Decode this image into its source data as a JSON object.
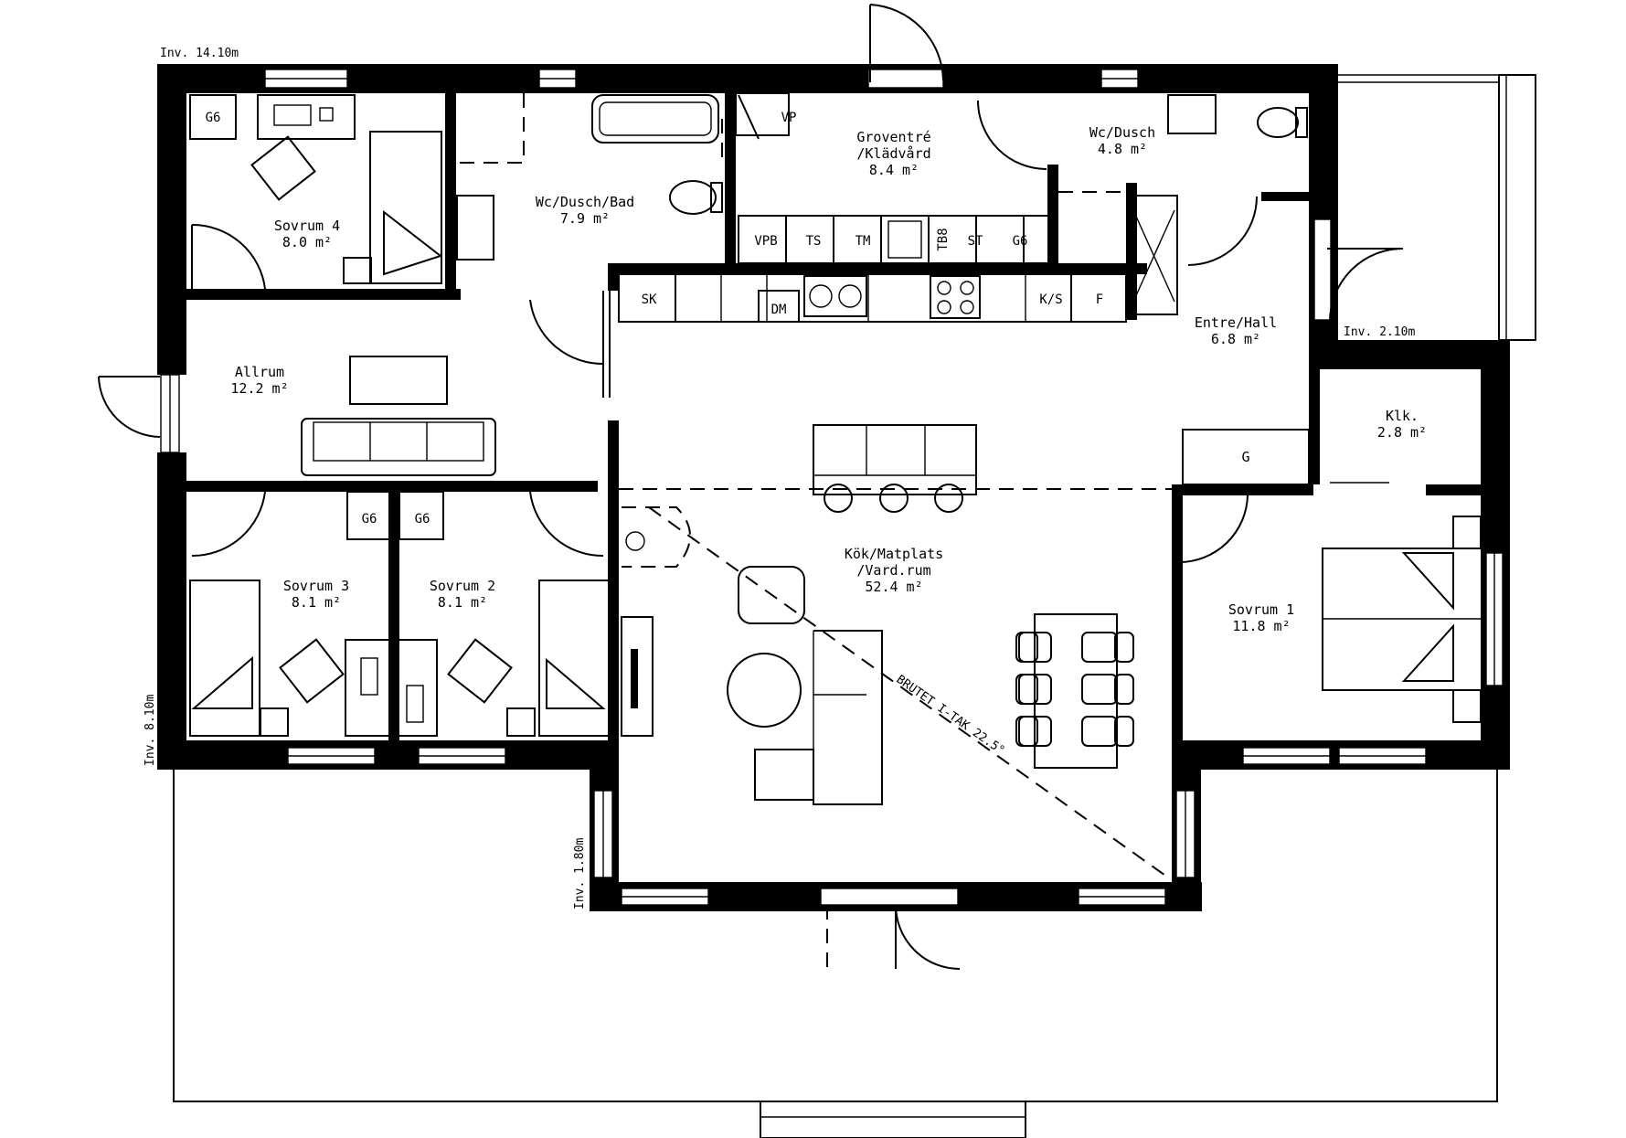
{
  "rooms": [
    {
      "name": "Sovrum 4",
      "area": "8.0 m²"
    },
    {
      "name": "Wc/Dusch/Bad",
      "area": "7.9 m²"
    },
    {
      "name": "Groventré",
      "name2": "/Klädvård",
      "area": "8.4 m²"
    },
    {
      "name": "Wc/Dusch",
      "area": "4.8 m²"
    },
    {
      "name": "Allrum",
      "area": "12.2 m²"
    },
    {
      "name": "Entre/Hall",
      "area": "6.8 m²"
    },
    {
      "name": "Klk.",
      "area": "2.8 m²"
    },
    {
      "name": "Kök/Matplats",
      "name2": "/Vard.rum",
      "area": "52.4 m²"
    },
    {
      "name": "Sovrum 3",
      "area": "8.1 m²"
    },
    {
      "name": "Sovrum 2",
      "area": "8.1 m²"
    },
    {
      "name": "Sovrum 1",
      "area": "11.8 m²"
    }
  ],
  "fixtures": {
    "g6": "G6",
    "vp": "VP",
    "vpb": "VPB",
    "ts": "TS",
    "tm": "TM",
    "tb8": "TB8",
    "st": "ST",
    "sk": "SK",
    "dm": "DM",
    "ks": "K/S",
    "f": "F",
    "g": "G"
  },
  "dimensions": {
    "top_left": "Inv. 14.10m",
    "left": "Inv. 8.10m",
    "entrance": "Inv. 2.10m",
    "bay": "Inv. 1.80m"
  },
  "roof_note": "BRUTET I-TAK 22.5°"
}
